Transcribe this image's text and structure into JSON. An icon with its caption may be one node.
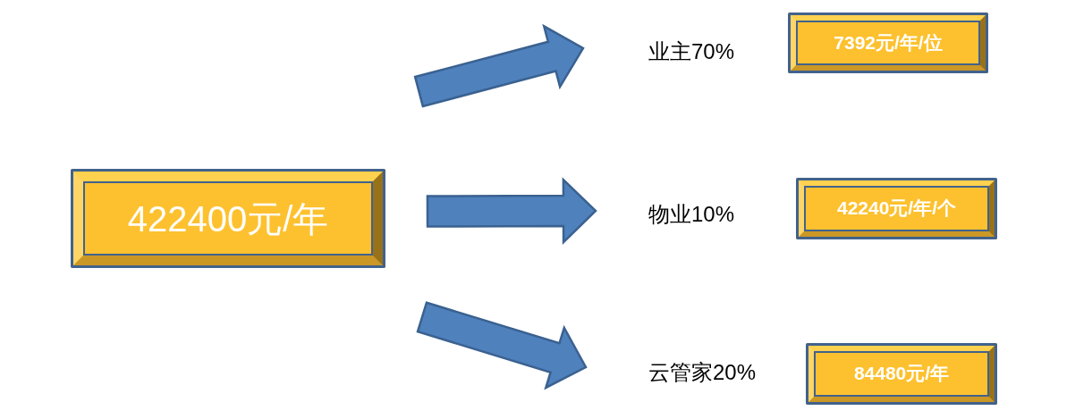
{
  "diagram": {
    "nodes": [
      {
        "text": [
          "422400元/年"
        ]
      },
      {
        "text": [
          "业主70%"
        ]
      },
      {
        "text": [
          "7392元/年/位"
        ]
      },
      {
        "text": [
          "物业10%"
        ]
      },
      {
        "text": [
          "42240元/年/个"
        ]
      },
      {
        "text": [
          "云管家20%"
        ]
      },
      {
        "text": [
          "84480元/年"
        ]
      }
    ],
    "edges": [
      {
        "from": 0,
        "to": 1,
        "arrow": "to"
      },
      {
        "from": 0,
        "to": 3,
        "arrow": "to"
      },
      {
        "from": 0,
        "to": 5,
        "arrow": "to"
      }
    ]
  }
}
